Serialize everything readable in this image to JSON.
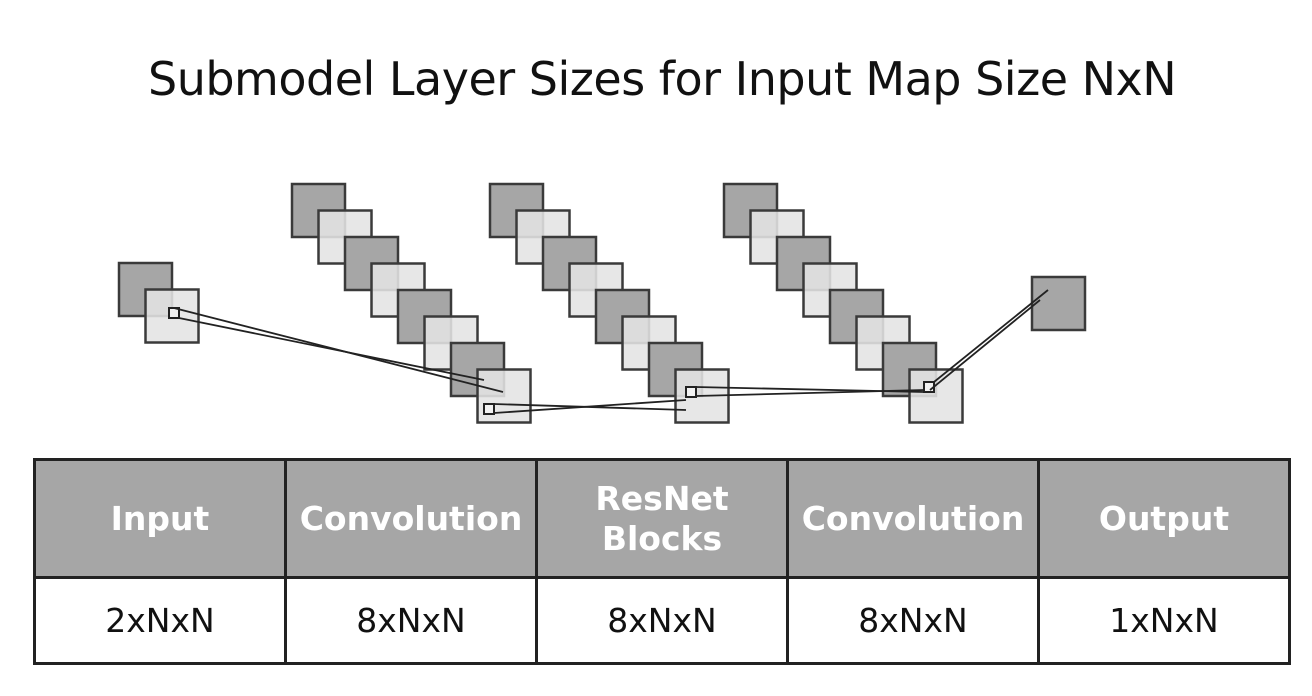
{
  "title": "Submodel Layer Sizes for Input Map Size NxN",
  "diagram": {
    "colors": {
      "dark": "#a6a6a6",
      "light": "#e4e4e4",
      "stroke": "#3a3a3a",
      "line": "#222222"
    },
    "stacks": [
      {
        "name": "input",
        "layers": 2
      },
      {
        "name": "convolution",
        "layers": 8
      },
      {
        "name": "resnet-blocks",
        "layers": 8
      },
      {
        "name": "convolution-2",
        "layers": 8
      },
      {
        "name": "output",
        "layers": 1
      }
    ]
  },
  "table": {
    "headers": [
      {
        "label": "Input"
      },
      {
        "label": "Convolution"
      },
      {
        "label": "ResNet Blocks"
      },
      {
        "label": "Convolution"
      },
      {
        "label": "Output"
      }
    ],
    "sizes": [
      "2xNxN",
      "8xNxN",
      "8xNxN",
      "8xNxN",
      "1xNxN"
    ]
  }
}
